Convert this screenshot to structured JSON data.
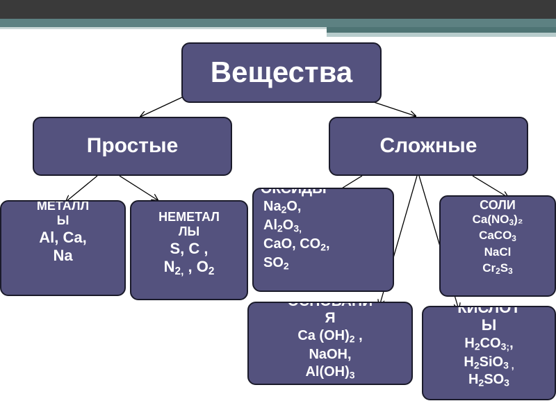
{
  "root": "Вещества",
  "simple": "Простые",
  "complex": "Сложные",
  "metals": {
    "title_line1": "МЕТАЛЛ",
    "title_line2": "Ы",
    "line1": "Al,  Ca,",
    "line2": "Na"
  },
  "nonmetals": {
    "title_line1": "НЕМЕТАЛ",
    "title_line2": "ЛЫ",
    "line1": "S,  C ,",
    "n2": "N",
    "n2_sub": "2,",
    "o2_pre": " , O",
    "o2_sub": "2"
  },
  "oxides": {
    "title": "ОКСИДЫ",
    "f1_a": "Na",
    "f1_sub": "2",
    "f1_b": "O,",
    "f2_a": "Al",
    "f2_sub1": "2",
    "f2_b": "O",
    "f2_sub2": "3,",
    "f3_a": "CaO,  CO",
    "f3_sub": "2",
    "f3_b": ",",
    "f4_a": "SO",
    "f4_sub": "2"
  },
  "salts": {
    "title": "СОЛИ",
    "f1_a": "Ca(NO",
    "f1_sub": "3",
    "f1_b": ")₂",
    "f2_a": "CaCO",
    "f2_sub": "3",
    "f3": "NaCl",
    "f4_a": "Cr",
    "f4_sub1": "2",
    "f4_b": "S",
    "f4_sub2": "3"
  },
  "bases": {
    "title_line1": "ОСНОВАНИ",
    "title_line2": "Я",
    "f1_a": "Ca (OH)",
    "f1_sub": "2",
    "f1_b": " ,",
    "f2": "NaOH,",
    "f3_a": "Al(OH)",
    "f3_sub": "3"
  },
  "acids": {
    "title_line1": "КИСЛОТ",
    "title_line2": "Ы",
    "f1_a": "H",
    "f1_sub1": "2",
    "f1_b": "CO",
    "f1_sub2": "3;",
    "f1_c": ",",
    "f2_a": "H",
    "f2_sub1": "2",
    "f2_b": "SiO",
    "f2_sub2": "3 ,",
    "f3_a": "H",
    "f3_sub1": "2",
    "f3_b": "SO",
    "f3_sub2": "3"
  }
}
